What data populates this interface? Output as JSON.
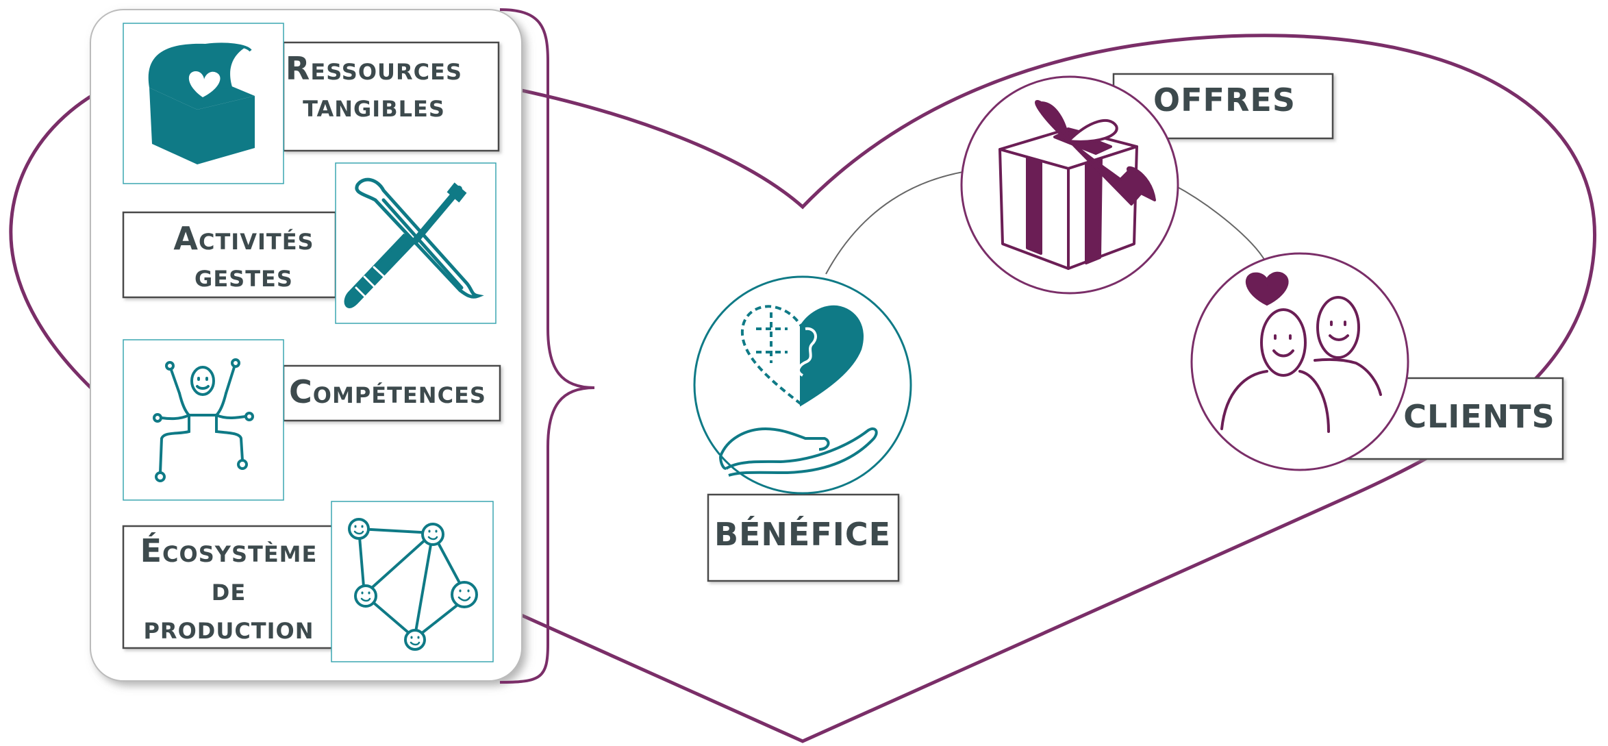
{
  "colors": {
    "plum": "#7a2e68",
    "teal": "#0f7a86",
    "text": "#3d4a4d",
    "box_border": "#4a4a4a",
    "panel_shadow": "#9a9a9a"
  },
  "resources": [
    {
      "id": "ressources",
      "lines": [
        "Ressources",
        "tangibles"
      ],
      "icon": "treasure-chest-heart-icon"
    },
    {
      "id": "activites",
      "lines": [
        "Activités",
        "gestes"
      ],
      "icon": "screwdriver-pen-icon"
    },
    {
      "id": "competences",
      "lines": [
        "Compétences"
      ],
      "icon": "person-circuit-icon"
    },
    {
      "id": "ecosysteme",
      "lines": [
        "Écosystème",
        "de",
        "production"
      ],
      "icon": "people-network-icon"
    }
  ],
  "nodes": {
    "offres": {
      "label": "OFFRES",
      "icon": "gift-box-icon"
    },
    "clients": {
      "label": "CLIENTS",
      "icon": "two-people-heart-icon"
    },
    "benefice": {
      "label": "BÉNÉFICE",
      "icon": "heart-puzzle-hand-icon"
    }
  }
}
